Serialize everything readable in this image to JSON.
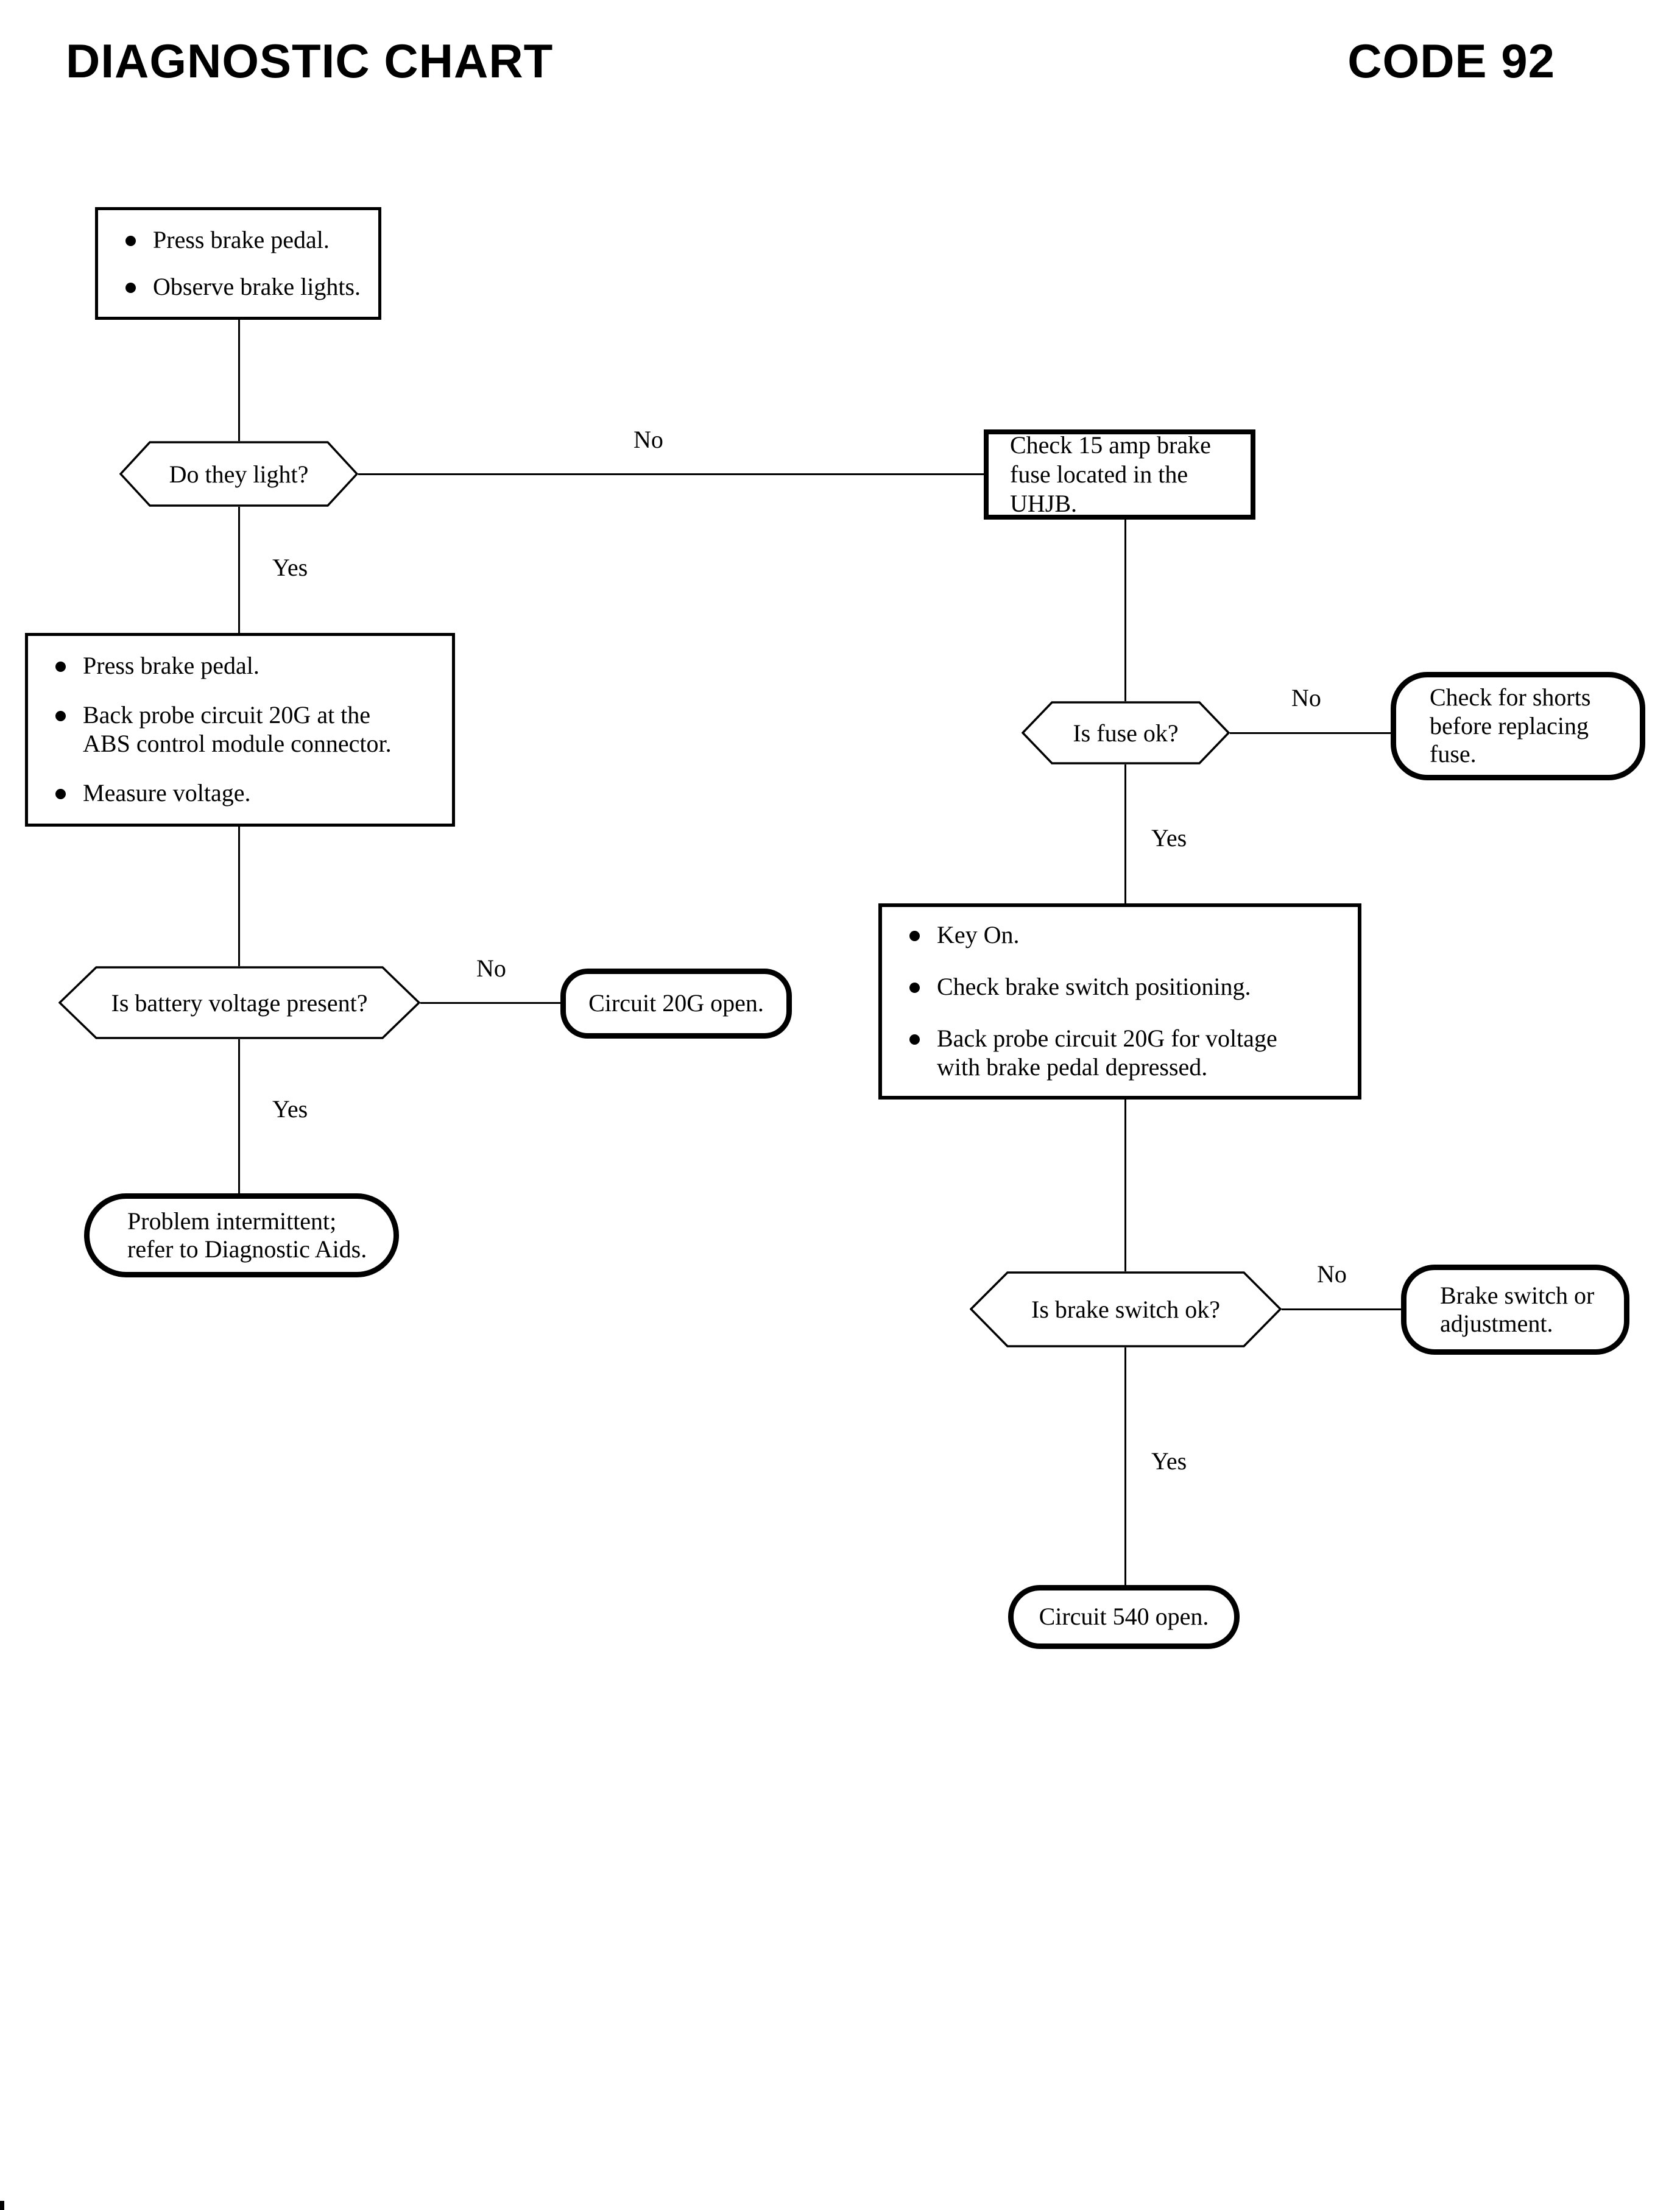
{
  "header": {
    "title_left": "DIAGNOSTIC CHART",
    "title_right": "CODE 92"
  },
  "labels": {
    "yes": "Yes",
    "no": "No"
  },
  "colors": {
    "ink": "#000000",
    "background": "#ffffff"
  },
  "nodes": {
    "start_box": {
      "bullets": [
        "Press brake pedal.",
        "Observe brake lights."
      ]
    },
    "do_they_light": {
      "text": "Do they light?"
    },
    "check_fuse_box": {
      "text": "Check 15 amp brake fuse located in the UHJB."
    },
    "probe_box": {
      "bullets": [
        "Press brake pedal.",
        "Back probe circuit 20G at the ABS control module connector.",
        "Measure voltage."
      ]
    },
    "is_fuse_ok": {
      "text": "Is fuse ok?"
    },
    "check_shorts": {
      "text": "Check for shorts before replacing fuse."
    },
    "key_on_box": {
      "bullets": [
        "Key On.",
        "Check brake switch positioning.",
        "Back probe circuit 20G for voltage with brake pedal depressed."
      ]
    },
    "is_battery_voltage": {
      "text": "Is battery voltage present?"
    },
    "circuit_20g_open": {
      "text": "Circuit 20G open."
    },
    "problem_intermittent": {
      "text": "Problem intermittent; refer to Diagnostic Aids."
    },
    "is_brake_switch_ok": {
      "text": "Is brake switch ok?"
    },
    "brake_switch_adjustment": {
      "text": "Brake switch or adjustment."
    },
    "circuit_540_open": {
      "text": "Circuit 540 open."
    }
  }
}
